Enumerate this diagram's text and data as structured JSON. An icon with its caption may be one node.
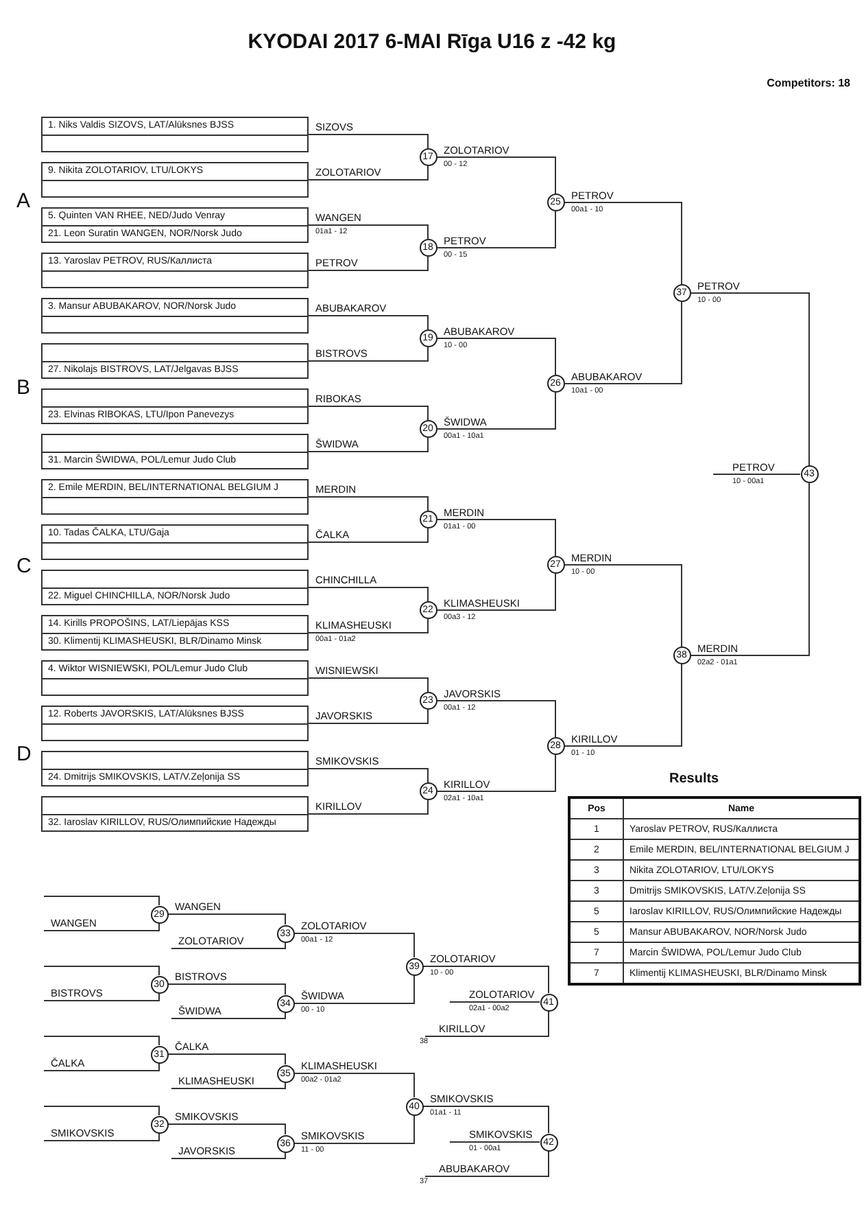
{
  "diagram": {
    "title": "KYODAI 2017  6-MAI  Rīga    U16 z -42 kg",
    "nodes": [
      {
        "text": [
          "1. Niks Valdis SIZOVS, LAT/Alūksnes BJSS"
        ]
      },
      {
        "text": [
          "9. Nikita ZOLOTARIOV, LTU/LOKYS"
        ]
      },
      {
        "text": [
          "5. Quinten VAN RHEE, NED/Judo Venray",
          "21. Leon Suratin WANGEN, NOR/Norsk Judo"
        ]
      },
      {
        "text": [
          "13. Yaroslav PETROV, RUS/Каллиста"
        ]
      },
      {
        "text": [
          "3. Mansur ABUBAKAROV, NOR/Norsk Judo"
        ]
      },
      {
        "text": [
          "27. Nikolajs BISTROVS, LAT/Jelgavas BJSS"
        ]
      },
      {
        "text": [
          "23. Elvinas RIBOKAS, LTU/Ipon Panevezys"
        ]
      },
      {
        "text": [
          "31. Marcin ŠWIDWA, POL/Lemur Judo Club"
        ]
      },
      {
        "text": [
          "2. Emile MERDIN, BEL/INTERNATIONAL BELGIUM J"
        ]
      },
      {
        "text": [
          "10. Tadas ČALKA, LTU/Gaja"
        ]
      },
      {
        "text": [
          "22. Miguel CHINCHILLA, NOR/Norsk Judo"
        ]
      },
      {
        "text": [
          "14. Kirills PROPOŠINS, LAT/Liepājas KSS",
          "30. Klimentij KLIMASHEUSKI, BLR/Dinamo Minsk"
        ]
      },
      {
        "text": [
          "4. Wiktor WISNIEWSKI, POL/Lemur Judo Club"
        ]
      },
      {
        "text": [
          "12. Roberts JAVORSKIS, LAT/Alūksnes BJSS"
        ]
      },
      {
        "text": [
          "24. Dmitrijs SMIKOVSKIS, LAT/V.Zeļonija SS"
        ]
      },
      {
        "text": [
          "32. Iaroslav KIRILLOV, RUS/Олимпийские Надежды"
        ]
      },
      {
        "text": [
          "17"
        ]
      },
      {
        "text": [
          "18"
        ]
      },
      {
        "text": [
          "19"
        ]
      },
      {
        "text": [
          "20"
        ]
      },
      {
        "text": [
          "21"
        ]
      },
      {
        "text": [
          "22"
        ]
      },
      {
        "text": [
          "23"
        ]
      },
      {
        "text": [
          "24"
        ]
      },
      {
        "text": [
          "25"
        ]
      },
      {
        "text": [
          "26"
        ]
      },
      {
        "text": [
          "27"
        ]
      },
      {
        "text": [
          "28"
        ]
      },
      {
        "text": [
          "37"
        ]
      },
      {
        "text": [
          "38"
        ]
      },
      {
        "text": [
          "43"
        ]
      },
      {
        "text": [
          "29"
        ]
      },
      {
        "text": [
          "30"
        ]
      },
      {
        "text": [
          "31"
        ]
      },
      {
        "text": [
          "32"
        ]
      },
      {
        "text": [
          "33"
        ]
      },
      {
        "text": [
          "34"
        ]
      },
      {
        "text": [
          "35"
        ]
      },
      {
        "text": [
          "36"
        ]
      },
      {
        "text": [
          "39"
        ]
      },
      {
        "text": [
          "40"
        ]
      },
      {
        "text": [
          "41"
        ]
      },
      {
        "text": [
          "42"
        ]
      },
      {
        "text": [
          "38"
        ]
      },
      {
        "text": [
          "37"
        ]
      }
    ],
    "edges": [
      {
        "from": 0,
        "to": 16,
        "arrow": "none",
        "label": "SIZOVS"
      },
      {
        "from": 1,
        "to": 16,
        "arrow": "none",
        "label": "ZOLOTARIOV"
      },
      {
        "from": 2,
        "to": 17,
        "arrow": "none",
        "label": "WANGEN"
      },
      {
        "from": 3,
        "to": 17,
        "arrow": "none",
        "label": "PETROV"
      },
      {
        "from": 4,
        "to": 18,
        "arrow": "none",
        "label": "ABUBAKAROV"
      },
      {
        "from": 5,
        "to": 18,
        "arrow": "none",
        "label": "BISTROVS"
      },
      {
        "from": 6,
        "to": 19,
        "arrow": "none",
        "label": "RIBOKAS"
      },
      {
        "from": 7,
        "to": 19,
        "arrow": "none",
        "label": "ŠWIDWA"
      },
      {
        "from": 8,
        "to": 20,
        "arrow": "none",
        "label": "MERDIN"
      },
      {
        "from": 9,
        "to": 20,
        "arrow": "none",
        "label": "ČALKA"
      },
      {
        "from": 10,
        "to": 21,
        "arrow": "none",
        "label": "CHINCHILLA"
      },
      {
        "from": 11,
        "to": 21,
        "arrow": "none",
        "label": "KLIMASHEUSKI"
      },
      {
        "from": 12,
        "to": 22,
        "arrow": "none",
        "label": "WISNIEWSKI"
      },
      {
        "from": 13,
        "to": 22,
        "arrow": "none",
        "label": "JAVORSKIS"
      },
      {
        "from": 14,
        "to": 23,
        "arrow": "none",
        "label": "SMIKOVSKIS"
      },
      {
        "from": 15,
        "to": 23,
        "arrow": "none",
        "label": "KIRILLOV"
      },
      {
        "from": 16,
        "to": 24,
        "arrow": "none",
        "label": "ZOLOTARIOV"
      },
      {
        "from": 17,
        "to": 24,
        "arrow": "none",
        "label": "PETROV"
      },
      {
        "from": 18,
        "to": 25,
        "arrow": "none",
        "label": "ABUBAKAROV"
      },
      {
        "from": 19,
        "to": 25,
        "arrow": "none",
        "label": "ŠWIDWA"
      },
      {
        "from": 20,
        "to": 26,
        "arrow": "none",
        "label": "MERDIN"
      },
      {
        "from": 21,
        "to": 26,
        "arrow": "none",
        "label": "KLIMASHEUSKI"
      },
      {
        "from": 22,
        "to": 27,
        "arrow": "none",
        "label": "JAVORSKIS"
      },
      {
        "from": 23,
        "to": 27,
        "arrow": "none",
        "label": "KIRILLOV"
      },
      {
        "from": 24,
        "to": 28,
        "arrow": "none",
        "label": "PETROV"
      },
      {
        "from": 25,
        "to": 28,
        "arrow": "none",
        "label": "ABUBAKAROV"
      },
      {
        "from": 26,
        "to": 29,
        "arrow": "none",
        "label": "MERDIN"
      },
      {
        "from": 27,
        "to": 29,
        "arrow": "none",
        "label": "KIRILLOV"
      },
      {
        "from": 28,
        "to": 30,
        "arrow": "none",
        "label": "PETROV"
      },
      {
        "from": 29,
        "to": 30,
        "arrow": "none",
        "label": "MERDIN"
      },
      {
        "from": 30,
        "to": null,
        "arrow": "none",
        "label": "PETROV"
      },
      {
        "from": null,
        "to": 31,
        "arrow": "none"
      },
      {
        "from": null,
        "to": 31,
        "arrow": "none",
        "label": "WANGEN"
      },
      {
        "from": 31,
        "to": 35,
        "arrow": "none",
        "label": "WANGEN"
      },
      {
        "from": null,
        "to": 35,
        "arrow": "none",
        "label": "ZOLOTARIOV"
      },
      {
        "from": null,
        "to": 32,
        "arrow": "none"
      },
      {
        "from": null,
        "to": 32,
        "arrow": "none",
        "label": "BISTROVS"
      },
      {
        "from": 32,
        "to": 36,
        "arrow": "none",
        "label": "BISTROVS"
      },
      {
        "from": null,
        "to": 36,
        "arrow": "none",
        "label": "ŠWIDWA"
      },
      {
        "from": 35,
        "to": 39,
        "arrow": "none",
        "label": "ZOLOTARIOV"
      },
      {
        "from": 36,
        "to": 39,
        "arrow": "none",
        "label": "ŠWIDWA"
      },
      {
        "from": 39,
        "to": 41,
        "arrow": "none",
        "label": "ZOLOTARIOV"
      },
      {
        "from": 41,
        "to": null,
        "arrow": "none",
        "label": "ZOLOTARIOV"
      },
      {
        "from": 43,
        "to": 41,
        "arrow": "none",
        "label": "KIRILLOV"
      },
      {
        "from": null,
        "to": 33,
        "arrow": "none"
      },
      {
        "from": null,
        "to": 33,
        "arrow": "none",
        "label": "ČALKA"
      },
      {
        "from": 33,
        "to": 37,
        "arrow": "none",
        "label": "ČALKA"
      },
      {
        "from": null,
        "to": 37,
        "arrow": "none",
        "label": "KLIMASHEUSKI"
      },
      {
        "from": null,
        "to": 34,
        "arrow": "none"
      },
      {
        "from": null,
        "to": 34,
        "arrow": "none",
        "label": "SMIKOVSKIS"
      },
      {
        "from": 34,
        "to": 38,
        "arrow": "none",
        "label": "SMIKOVSKIS"
      },
      {
        "from": null,
        "to": 38,
        "arrow": "none",
        "label": "JAVORSKIS"
      },
      {
        "from": 37,
        "to": 40,
        "arrow": "none",
        "label": "KLIMASHEUSKI"
      },
      {
        "from": 38,
        "to": 40,
        "arrow": "none",
        "label": "SMIKOVSKIS"
      },
      {
        "from": 40,
        "to": 42,
        "arrow": "none",
        "label": "SMIKOVSKIS"
      },
      {
        "from": 42,
        "to": null,
        "arrow": "none",
        "label": "SMIKOVSKIS"
      },
      {
        "from": 44,
        "to": 42,
        "arrow": "none",
        "label": "ABUBAKAROV"
      }
    ],
    "labels": [
      "Competitors: 18",
      "A",
      "B",
      "C",
      "D",
      "01a1 - 12",
      "00a1 - 01a2",
      "00 - 12",
      "00 - 15",
      "10 - 00",
      "00a1 - 10a1",
      "01a1 - 00",
      "00a3 - 12",
      "00a1 - 12",
      "02a1 - 10a1",
      "00a1 - 10",
      "10a1 - 00",
      "10 - 00",
      "01 - 10",
      "10 - 00",
      "02a2 - 01a1",
      "10 - 00a1",
      "00a1 - 12",
      "00 - 10",
      "10 - 00",
      "02a1 - 00a2",
      "00a2 - 01a2",
      "11 - 00",
      "01a1 - 11",
      "01 - 00a1",
      "Results",
      "Pos",
      "Name",
      "1",
      "Yaroslav PETROV, RUS/Каллиста",
      "2",
      "Emile MERDIN, BEL/INTERNATIONAL BELGIUM J",
      "3",
      "Nikita ZOLOTARIOV, LTU/LOKYS",
      "3",
      "Dmitrijs SMIKOVSKIS, LAT/V.Zeļonija SS",
      "5",
      "Iaroslav KIRILLOV, RUS/Олимпийские Надежды",
      "5",
      "Mansur ABUBAKAROV, NOR/Norsk Judo",
      "7",
      "Marcin ŠWIDWA, POL/Lemur Judo Club",
      "7",
      "Klimentij KLIMASHEUSKI, BLR/Dinamo Minsk"
    ]
  }
}
